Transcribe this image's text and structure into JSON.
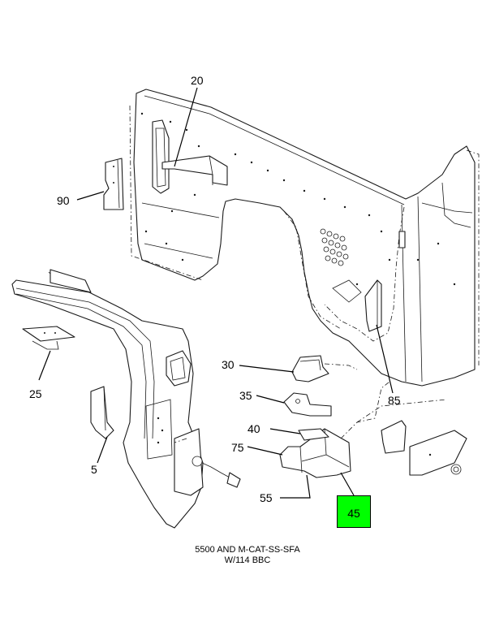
{
  "callouts": {
    "c20": "20",
    "c90": "90",
    "c25": "25",
    "c5": "5",
    "c30": "30",
    "c35": "35",
    "c40": "40",
    "c75": "75",
    "c55": "55",
    "c85": "85",
    "c45": "45"
  },
  "caption": {
    "line1": "5500 AND M-CAT-SS-SFA",
    "line2": "W/114 BBC"
  },
  "colors": {
    "highlight": "#00ff00",
    "ink": "#1a1a1a"
  }
}
